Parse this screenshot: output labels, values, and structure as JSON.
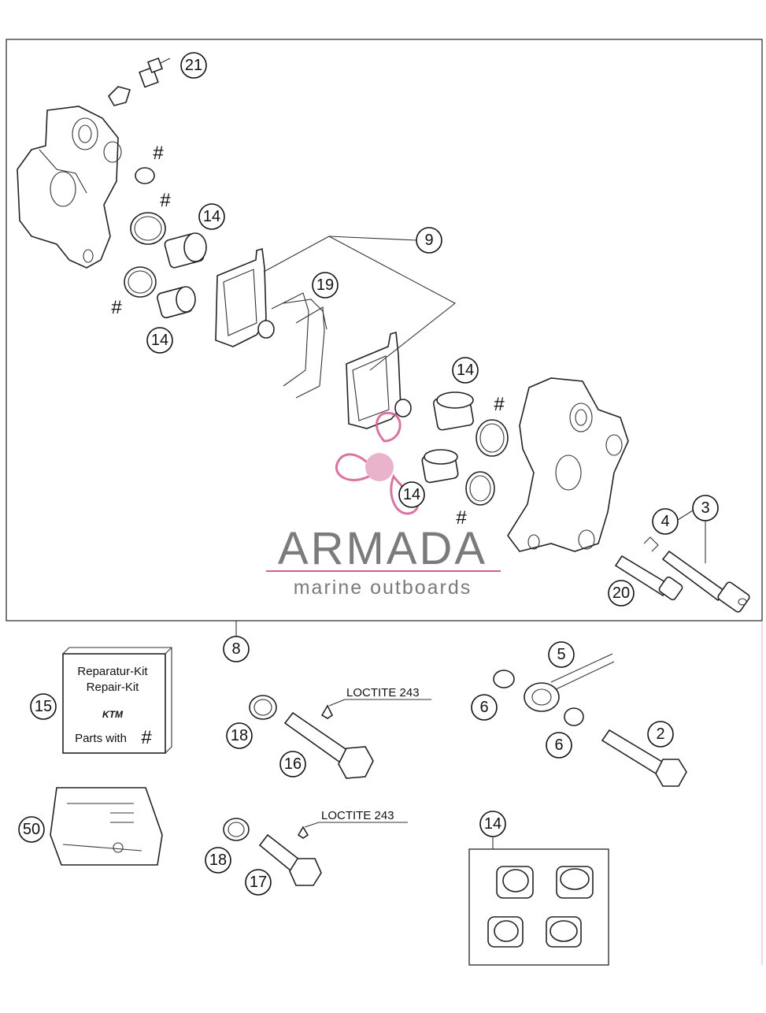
{
  "callouts": {
    "n21": "21",
    "n14a": "14",
    "n14b": "14",
    "n14c": "14",
    "n14d": "14",
    "n14e": "14",
    "n9": "9",
    "n19": "19",
    "n4": "4",
    "n3": "3",
    "n20": "20",
    "n8": "8",
    "n15": "15",
    "n18a": "18",
    "n18b": "18",
    "n16": "16",
    "n17": "17",
    "n5": "5",
    "n6a": "6",
    "n6b": "6",
    "n2": "2",
    "n50": "50"
  },
  "hash_marks": [
    "#",
    "#",
    "#",
    "#",
    "#",
    "#"
  ],
  "repair_kit": {
    "line1": "Reparatur-Kit",
    "line2": "Repair-Kit",
    "brand": "KTM",
    "line3": "Parts with",
    "symbol": "#"
  },
  "loctite": {
    "label_1": "LOCTITE 243",
    "label_2": "LOCTITE 243"
  },
  "watermark": {
    "name": "ARMADA",
    "tagline": "marine outboards",
    "brand_color": "#d45c92",
    "text_color": "#7b7b7b"
  }
}
